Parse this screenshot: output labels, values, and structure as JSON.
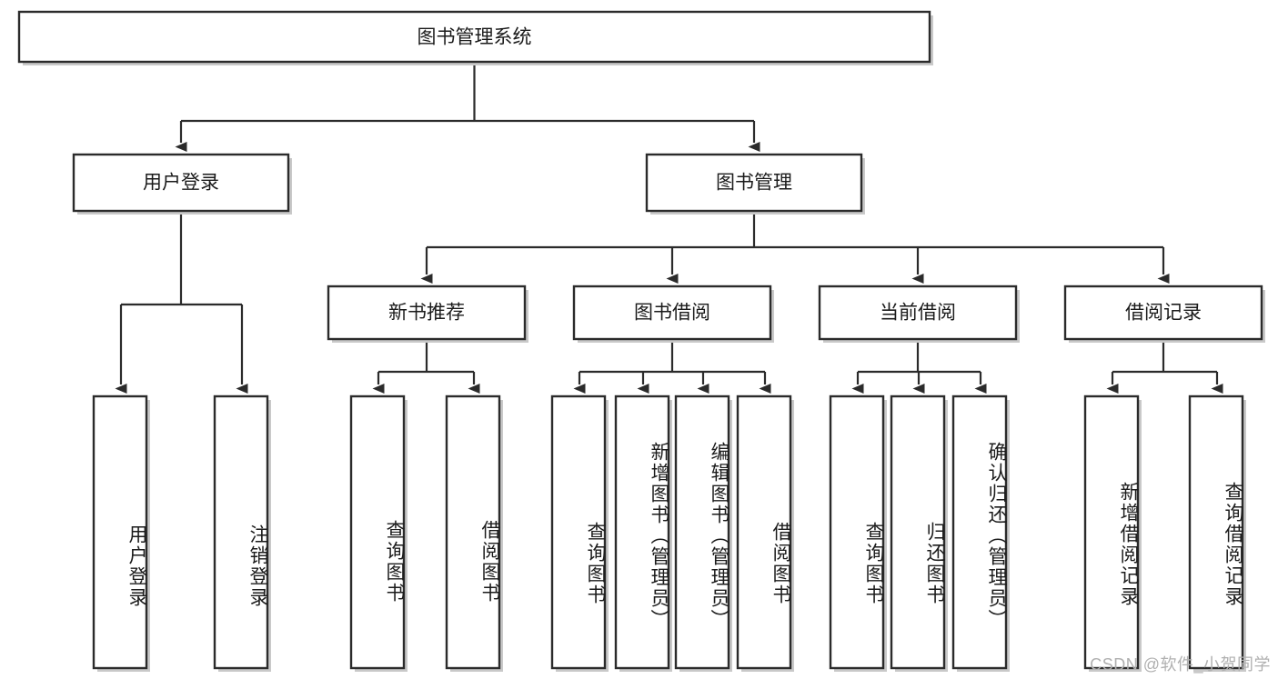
{
  "diagram": {
    "title": "图书管理系统",
    "type": "tree-hierarchy",
    "orientation": "top-down",
    "colors": {
      "box_stroke": "#2b2b2b",
      "box_fill": "#ffffff",
      "connector": "#2b2b2b",
      "text": "#1b1b1b",
      "watermark": "#b0b0b0"
    },
    "nodes": {
      "root": {
        "label": "图书管理系统"
      },
      "level2": [
        {
          "id": "user-login",
          "label": "用户登录"
        },
        {
          "id": "book-manage",
          "label": "图书管理"
        }
      ],
      "level3": [
        {
          "id": "new-book-recommend",
          "label": "新书推荐"
        },
        {
          "id": "book-borrow",
          "label": "图书借阅"
        },
        {
          "id": "current-borrow",
          "label": "当前借阅"
        },
        {
          "id": "borrow-record",
          "label": "借阅记录"
        }
      ],
      "leaves": {
        "user-login": [
          {
            "id": "leaf-user-login",
            "label": "用户登录"
          },
          {
            "id": "leaf-logout-login",
            "label": "注销登录"
          }
        ],
        "new-book-recommend": [
          {
            "id": "leaf-query-book-1",
            "label": "查询图书"
          },
          {
            "id": "leaf-borrow-book-1",
            "label": "借阅图书"
          }
        ],
        "book-borrow": [
          {
            "id": "leaf-query-book-2",
            "label": "查询图书"
          },
          {
            "id": "leaf-add-book",
            "label": "新增图书（管理员）"
          },
          {
            "id": "leaf-edit-book",
            "label": "编辑图书（管理员）"
          },
          {
            "id": "leaf-borrow-book-2",
            "label": "借阅图书"
          }
        ],
        "current-borrow": [
          {
            "id": "leaf-query-book-3",
            "label": "查询图书"
          },
          {
            "id": "leaf-return-book",
            "label": "归还图书"
          },
          {
            "id": "leaf-confirm-return",
            "label": "确认归还（管理员）"
          }
        ],
        "borrow-record": [
          {
            "id": "leaf-add-record",
            "label": "新增借阅记录"
          },
          {
            "id": "leaf-query-record",
            "label": "查询借阅记录"
          }
        ]
      }
    },
    "watermark": "CSDN @软件_小贺同学"
  }
}
